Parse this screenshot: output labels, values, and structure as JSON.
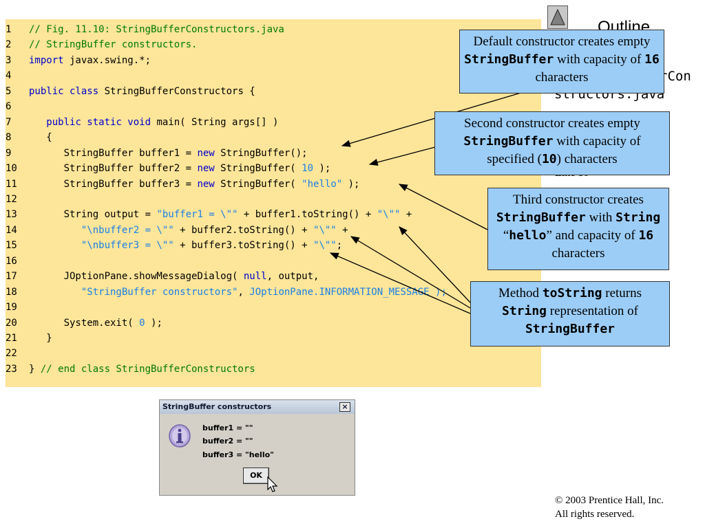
{
  "code_lines": [
    {
      "n": "1",
      "tokens": [
        {
          "t": "// Fig. 11.10: StringBufferConstructors.java",
          "k": "cm"
        }
      ]
    },
    {
      "n": "2",
      "tokens": [
        {
          "t": "// StringBuffer constructors.",
          "k": "cm"
        }
      ]
    },
    {
      "n": "3",
      "tokens": [
        {
          "t": "import",
          "k": "kw"
        },
        {
          "t": " javax.swing.*;",
          "k": "pl"
        }
      ]
    },
    {
      "n": "4",
      "tokens": []
    },
    {
      "n": "5",
      "tokens": [
        {
          "t": "public class",
          "k": "kw"
        },
        {
          "t": " StringBufferConstructors {",
          "k": "pl"
        }
      ]
    },
    {
      "n": "6",
      "tokens": []
    },
    {
      "n": "7",
      "tokens": [
        {
          "t": "   ",
          "k": "pl"
        },
        {
          "t": "public static void",
          "k": "kw"
        },
        {
          "t": " main( String args[] )",
          "k": "pl"
        }
      ]
    },
    {
      "n": "8",
      "tokens": [
        {
          "t": "   {",
          "k": "pl"
        }
      ]
    },
    {
      "n": "9",
      "tokens": [
        {
          "t": "      StringBuffer buffer1 = ",
          "k": "pl"
        },
        {
          "t": "new",
          "k": "kw"
        },
        {
          "t": " StringBuffer();",
          "k": "pl"
        }
      ]
    },
    {
      "n": "10",
      "tokens": [
        {
          "t": "      StringBuffer buffer2 = ",
          "k": "pl"
        },
        {
          "t": "new",
          "k": "kw"
        },
        {
          "t": " StringBuffer( ",
          "k": "pl"
        },
        {
          "t": "10",
          "k": "str"
        },
        {
          "t": " );",
          "k": "pl"
        }
      ]
    },
    {
      "n": "11",
      "tokens": [
        {
          "t": "      StringBuffer buffer3 = ",
          "k": "pl"
        },
        {
          "t": "new",
          "k": "kw"
        },
        {
          "t": " StringBuffer( ",
          "k": "pl"
        },
        {
          "t": "\"hello\"",
          "k": "str"
        },
        {
          "t": " );",
          "k": "pl"
        }
      ]
    },
    {
      "n": "12",
      "tokens": []
    },
    {
      "n": "13",
      "tokens": [
        {
          "t": "      String output = ",
          "k": "pl"
        },
        {
          "t": "\"buffer1 = \\\"\"",
          "k": "str"
        },
        {
          "t": " + buffer1.toString() + ",
          "k": "pl"
        },
        {
          "t": "\"\\\"\"",
          "k": "str"
        },
        {
          "t": " +",
          "k": "pl"
        }
      ]
    },
    {
      "n": "14",
      "tokens": [
        {
          "t": "         ",
          "k": "pl"
        },
        {
          "t": "\"\\nbuffer2 = \\\"\"",
          "k": "str"
        },
        {
          "t": " + buffer2.toString() + ",
          "k": "pl"
        },
        {
          "t": "\"\\\"\"",
          "k": "str"
        },
        {
          "t": " +",
          "k": "pl"
        }
      ]
    },
    {
      "n": "15",
      "tokens": [
        {
          "t": "         ",
          "k": "pl"
        },
        {
          "t": "\"\\nbuffer3 = \\\"\"",
          "k": "str"
        },
        {
          "t": " + buffer3.toString() + ",
          "k": "pl"
        },
        {
          "t": "\"\\\"\"",
          "k": "str"
        },
        {
          "t": ";",
          "k": "pl"
        }
      ]
    },
    {
      "n": "16",
      "tokens": []
    },
    {
      "n": "17",
      "tokens": [
        {
          "t": "      JOptionPane.showMessageDialog( ",
          "k": "pl"
        },
        {
          "t": "null",
          "k": "kw"
        },
        {
          "t": ", output,",
          "k": "pl"
        }
      ]
    },
    {
      "n": "18",
      "tokens": [
        {
          "t": "         ",
          "k": "pl"
        },
        {
          "t": "\"StringBuffer constructors\"",
          "k": "str"
        },
        {
          "t": ", ",
          "k": "pl"
        },
        {
          "t": "JOptionPane.INFORMATION_MESSAGE );",
          "k": "str"
        }
      ]
    },
    {
      "n": "19",
      "tokens": []
    },
    {
      "n": "20",
      "tokens": [
        {
          "t": "      System.exit( ",
          "k": "pl"
        },
        {
          "t": "0",
          "k": "str"
        },
        {
          "t": " );",
          "k": "pl"
        }
      ]
    },
    {
      "n": "21",
      "tokens": [
        {
          "t": "   }",
          "k": "pl"
        }
      ]
    },
    {
      "n": "22",
      "tokens": []
    },
    {
      "n": "23",
      "tokens": [
        {
          "t": "} ",
          "k": "pl"
        },
        {
          "t": "// end class StringBufferConstructors",
          "k": "cm"
        }
      ]
    }
  ],
  "outline": {
    "label": "Outline",
    "file_frag_a": "rCon",
    "file_frag_b": "structors.java",
    "line_frag": "Line 10"
  },
  "callouts": {
    "c1": {
      "a": "Default constructor creates empty ",
      "b": "StringBuffer",
      "c": " with capacity of ",
      "d": "16",
      "e": " characters"
    },
    "c2": {
      "a": "Second constructor creates empty ",
      "b": "StringBuffer",
      "c": " with capacity of specified (",
      "d": "10",
      "e": ") characters"
    },
    "c3": {
      "a": "Third constructor creates ",
      "b": "StringBuffer",
      "c": " with ",
      "d": "String",
      "e": " “",
      "f": "hello",
      "g": "” and capacity of ",
      "h": "16",
      "i": " characters"
    },
    "c4": {
      "a": "Method ",
      "b": "toString",
      "c": " returns ",
      "d": "String",
      "e": " representation of ",
      "f": "StringBuffer"
    }
  },
  "dialog": {
    "title": "StringBuffer constructors",
    "close": "×",
    "lines": [
      "buffer1 = \"\"",
      "buffer2 = \"\"",
      "buffer3 = \"hello\""
    ],
    "ok_label": "OK"
  },
  "copyright": {
    "line1": "© 2003 Prentice Hall, Inc.",
    "line2": "All rights reserved."
  }
}
